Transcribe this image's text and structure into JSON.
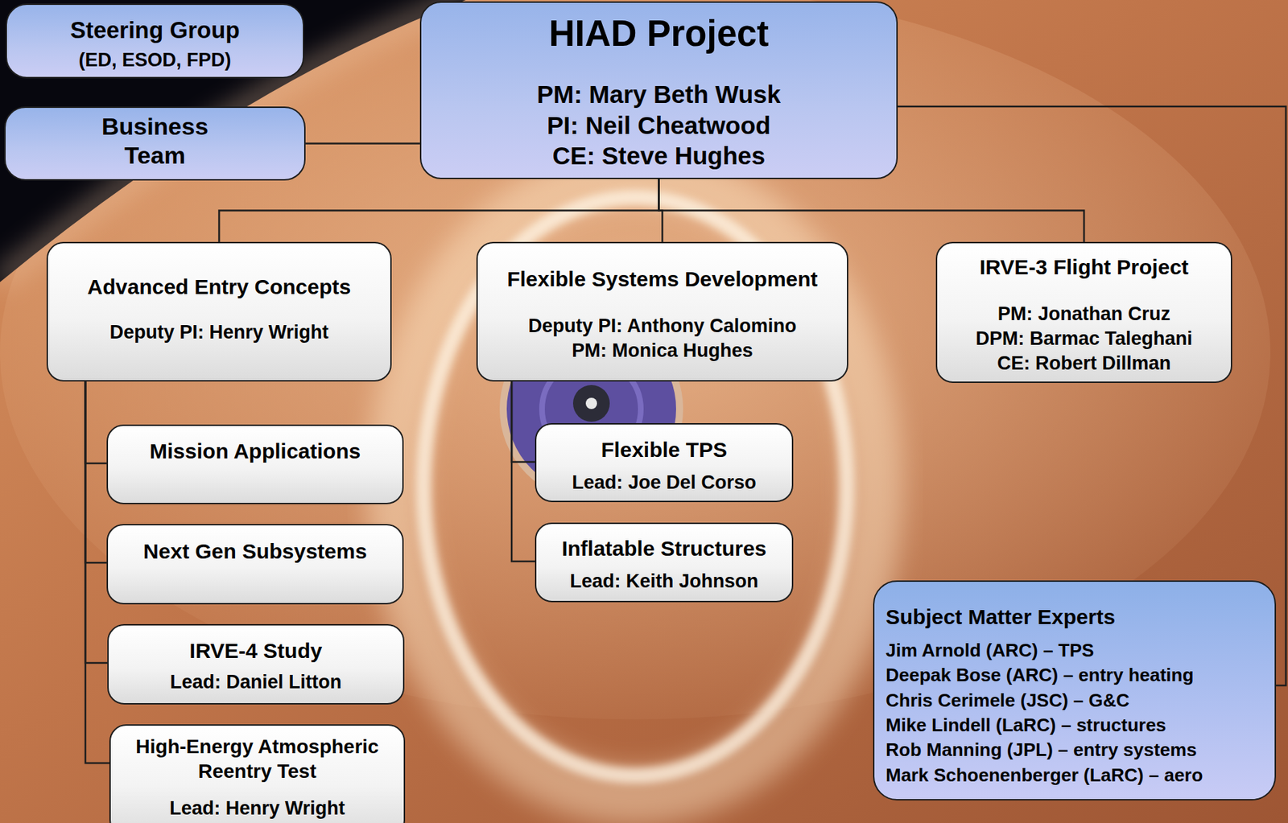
{
  "diagram": {
    "nodes": [
      {
        "text": [
          "Steering Group",
          "(ED, ESOD, FPD)"
        ]
      },
      {
        "text": [
          "Business Team"
        ]
      },
      {
        "text": [
          "HIAD Project",
          "PM: Mary Beth Wusk",
          "PI: Neil Cheatwood",
          "CE: Steve Hughes"
        ]
      },
      {
        "text": [
          "Advanced Entry Concepts",
          "Deputy PI: Henry Wright"
        ]
      },
      {
        "text": [
          "Flexible Systems Development",
          "Deputy PI: Anthony Calomino",
          "PM: Monica Hughes"
        ]
      },
      {
        "text": [
          "IRVE-3 Flight Project",
          "PM: Jonathan Cruz",
          "DPM: Barmac Taleghani",
          "CE: Robert Dillman"
        ]
      },
      {
        "text": [
          "Mission Applications"
        ]
      },
      {
        "text": [
          "Next Gen Subsystems"
        ]
      },
      {
        "text": [
          "IRVE-4 Study",
          "Lead: Daniel Litton"
        ]
      },
      {
        "text": [
          "High-Energy Atmospheric Reentry Test",
          "Lead: Henry Wright"
        ]
      },
      {
        "text": [
          "Flexible TPS",
          "Lead: Joe Del Corso"
        ]
      },
      {
        "text": [
          "Inflatable Structures",
          "Lead: Keith Johnson"
        ]
      },
      {
        "text": [
          "Subject Matter Experts",
          "Jim Arnold (ARC) – TPS",
          "Deepak Bose (ARC) – entry heating",
          "Chris Cerimele (JSC) – G&C",
          "Mike Lindell (LaRC) – structures",
          "Rob Manning (JPL) – entry systems",
          "Mark Schoenenberger (LaRC) – aero"
        ]
      }
    ],
    "edges": [
      {
        "from": 1,
        "to": 2,
        "arrow": "none"
      },
      {
        "from": 2,
        "to": 3,
        "arrow": "none"
      },
      {
        "from": 2,
        "to": 4,
        "arrow": "none"
      },
      {
        "from": 2,
        "to": 5,
        "arrow": "none"
      },
      {
        "from": 3,
        "to": 6,
        "arrow": "none"
      },
      {
        "from": 3,
        "to": 7,
        "arrow": "none"
      },
      {
        "from": 3,
        "to": 8,
        "arrow": "none"
      },
      {
        "from": 3,
        "to": 9,
        "arrow": "none"
      },
      {
        "from": 4,
        "to": 10,
        "arrow": "none"
      },
      {
        "from": 4,
        "to": 11,
        "arrow": "none"
      },
      {
        "from": 2,
        "to": 12,
        "arrow": "none"
      }
    ]
  }
}
